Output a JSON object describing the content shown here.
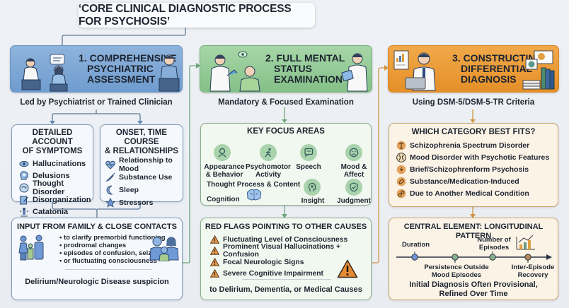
{
  "title": "‘CORE CLINICAL DIAGNOSTIC PROCESS FOR PSYCHOSIS’",
  "colors": {
    "step1": "#7aa5d4",
    "step2": "#8cc590",
    "step3": "#e99a35",
    "warning": "#e08a3a",
    "timeline_points": [
      "#6f95d6",
      "#86b08c",
      "#86b08c",
      "#b0895a"
    ]
  },
  "step1": {
    "header": "1. COMPREHENSIVE PSYCHIATRIC ASSESSMENT",
    "header_lines": [
      "1. COMPREHENSIVE",
      "PSYCHIATRIC",
      "ASSESSMENT"
    ],
    "subtitle": "Led by Psychiatrist or Trained Clinician",
    "symptoms": {
      "title_lines": [
        "DETAILED ACCOUNT",
        "OF SYMPTOMS"
      ],
      "items": [
        {
          "label": "Hallucinations",
          "icon": "eye-icon"
        },
        {
          "label": "Delusions",
          "icon": "head-thought-icon"
        },
        {
          "label": "Thought Disorder",
          "icon": "tangled-brain-icon"
        },
        {
          "label": "Disorganization",
          "icon": "edit-document-icon"
        },
        {
          "label": "Catatonia",
          "icon": "frozen-figure-icon"
        }
      ]
    },
    "onset": {
      "title_lines": [
        "ONSET, TIME COURSE",
        "& RELATIONSHIPS"
      ],
      "items": [
        {
          "label": "Relationship to Mood",
          "icon": "heart-pulse-icon"
        },
        {
          "label": "Substance Use",
          "icon": "syringe-icon"
        },
        {
          "label": "Sleep",
          "icon": "moon-icon"
        },
        {
          "label": "Stressors",
          "icon": "star-icon"
        }
      ]
    },
    "family": {
      "title": "INPUT FROM FAMILY & CLOSE CONTACTS",
      "bullets": [
        "to clarify premorbid functioning",
        "prodromal changes",
        "episodes of confusion, seizures,",
        "or fluctuating consciousness"
      ],
      "footer": "Delirium/Neurologic Disease suspicion"
    }
  },
  "step2": {
    "header_lines": [
      "2. FULL MENTAL",
      "STATUS",
      "EXAMINATION"
    ],
    "subtitle": "Mandatory & Focused Examination",
    "focus": {
      "title": "KEY FOCUS AREAS",
      "items": [
        {
          "label_lines": [
            "Appearance",
            "& Behavior"
          ],
          "icon": "person-icon"
        },
        {
          "label_lines": [
            "Psychomotor",
            "Activity"
          ],
          "icon": "running-figure-icon"
        },
        {
          "label_lines": [
            "Speech"
          ],
          "icon": "speech-bubble-icon"
        },
        {
          "label_lines": [
            "Mood &",
            "Affect"
          ],
          "icon": "sad-face-icon"
        },
        {
          "label_lines": [
            "Insight"
          ],
          "icon": "head-brain-icon"
        },
        {
          "label_lines": [
            "Judgment"
          ],
          "icon": "shield-check-icon"
        }
      ],
      "thought": "Thought Process & Content",
      "cognition": "Cognition"
    },
    "redflags": {
      "title": "RED FLAGS POINTING TO OTHER CAUSES",
      "items": [
        "Fluctuating Level of Consciousness",
        "Prominent Visual Hallucinations + Confusion",
        "Focal Neurologic Signs",
        "Severe Cognitive Impairment"
      ],
      "footer": "to Delirium, Dementia, or Medical Causes"
    }
  },
  "step3": {
    "header_lines": [
      "3. CONSTRUCTING",
      "DIFFERENTIAL",
      "DIAGNOSIS"
    ],
    "subtitle": "Using DSM-5/DSM-5-TR Criteria",
    "category": {
      "title": "WHICH CATEGORY BEST FITS?",
      "items": [
        {
          "label": "Schizophrenia Spectrum Disorder",
          "icon": "spectrum-icon"
        },
        {
          "label": "Mood Disorder with Psychotic Features",
          "icon": "mood-icon"
        },
        {
          "label": "Brief/Schizophrenform Psychosis",
          "icon": "lightning-icon"
        },
        {
          "label": "Substance/Medication-Induced",
          "icon": "pill-icon"
        },
        {
          "label": "Due to Another Medical Condition",
          "icon": "medical-icon"
        }
      ]
    },
    "longitudinal": {
      "title": "CENTRAL ELEMENT: LONGITUDINAL PATTERN",
      "points": [
        {
          "label": "Duration",
          "position": "above"
        },
        {
          "label_lines": [
            "Persistence Outside",
            "Mood Episodes"
          ],
          "position": "below"
        },
        {
          "label_lines": [
            "Number of",
            "Episodes"
          ],
          "position": "above"
        },
        {
          "label_lines": [
            "Inter-Episode",
            "Recovery"
          ],
          "position": "below"
        }
      ],
      "footer_lines": [
        "Initial Diagnosis Often Provisional,",
        "Refined Over Time"
      ]
    }
  }
}
